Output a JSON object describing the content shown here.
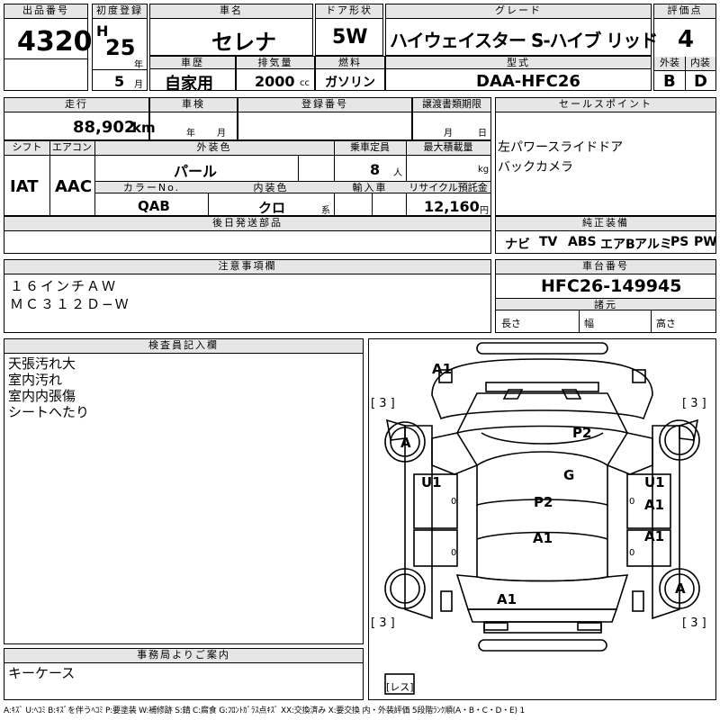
{
  "lot": {
    "label": "出品番号",
    "value": "4320"
  },
  "first_reg": {
    "label": "初度登録",
    "era": "H",
    "year": "25",
    "year_unit": "年",
    "month": "5",
    "month_unit": "月"
  },
  "model": {
    "label": "車名",
    "value": "セレナ"
  },
  "door": {
    "label": "ドア形状",
    "value": "5W"
  },
  "grade": {
    "label": "グレード",
    "value": "ハイウェイスター S-ハイブ リッド"
  },
  "score": {
    "label": "評価点",
    "value": "4",
    "ext_label": "外装",
    "int_label": "内装",
    "ext": "B",
    "int": "D"
  },
  "history": {
    "label": "車歴",
    "value": "自家用"
  },
  "displacement": {
    "label": "排気量",
    "value": "2000",
    "unit": "cc"
  },
  "fuel": {
    "label": "燃料",
    "value": "ガソリン"
  },
  "type": {
    "label": "型式",
    "value": "DAA-HFC26"
  },
  "mileage": {
    "label": "走行",
    "value": "88,902",
    "unit": "km"
  },
  "inspection": {
    "label": "車検",
    "year_unit": "年",
    "month_unit": "月"
  },
  "reg_no": {
    "label": "登録番号"
  },
  "transfer": {
    "label": "譲渡書類期限",
    "month_unit": "月",
    "day_unit": "日"
  },
  "sales_point": {
    "label": "セールスポイント",
    "lines": [
      "左パワースライドドア",
      "バックカメラ"
    ]
  },
  "shift": {
    "label": "シフト",
    "value": "IAT"
  },
  "aircon": {
    "label": "エアコン",
    "value": "AAC"
  },
  "ext_color": {
    "label": "外装色",
    "value": "パール"
  },
  "capacity": {
    "label": "乗車定員",
    "value": "8",
    "unit": "人"
  },
  "max_load": {
    "label": "最大積載量",
    "unit": "kg"
  },
  "color_no": {
    "label": "カラーNo.",
    "value": "QAB"
  },
  "int_color": {
    "label": "内装色",
    "value": "クロ",
    "unit": "系"
  },
  "import": {
    "label": "輸入車"
  },
  "recycle": {
    "label": "リサイクル預託金",
    "value": "12,160",
    "unit": "円"
  },
  "later_parts": {
    "label": "後日発送部品"
  },
  "equipment": {
    "label": "純正装備",
    "items": [
      "ナビ",
      "TV",
      "ABS",
      "エアB",
      "アルミ",
      "PS",
      "PW"
    ]
  },
  "notice": {
    "label": "注意事項欄",
    "lines": [
      "１６インチＡＷ",
      "ＭＣ３１２Ｄ−Ｗ"
    ]
  },
  "chassis": {
    "label": "車台番号",
    "value": "HFC26-149945"
  },
  "dimensions": {
    "label": "諸元",
    "length": "長さ",
    "width": "幅",
    "height": "高さ"
  },
  "inspector": {
    "label": "検査員記入欄",
    "lines": [
      "天張汚れ大",
      "室内汚れ",
      "室内内張傷",
      "シートへたり"
    ]
  },
  "office": {
    "label": "事務局よりご案内",
    "value": "キーケース"
  },
  "diagram": {
    "marks": [
      "A1",
      "A",
      "P2",
      "G",
      "U1",
      "U1",
      "A1",
      "P2",
      "A1",
      "A1",
      "A1",
      "A"
    ],
    "tires": [
      "[ 3 ]",
      "[ 3 ]",
      "[ 3 ]",
      "[ 3 ]"
    ],
    "spare": "[レス]",
    "zeros": [
      "0",
      "0",
      "0",
      "0"
    ]
  },
  "legend": "A:ｷｽﾞ U:ﾍｺﾐ B:ｷｽﾞを伴うﾍｺﾐ P:要塗装 W:補修跡 S:錆 C:腐食 G:ﾌﾛﾝﾄｶﾞﾗｽ点ｷｽﾞ XX:交換済み X:要交換 内・外装評価 5段階ﾗﾝｸ順(A・B・C・D・E) 1"
}
